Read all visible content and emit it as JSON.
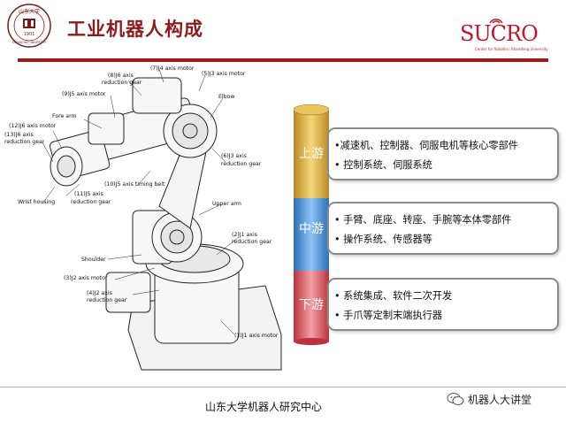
{
  "header": {
    "title": "工业机器人构成",
    "brand": "SUCRO",
    "brand_subtitle": "Center for Robotics, Shandong University",
    "university_logo_text": "SHANDONG UNIVERSITY",
    "university_year": "1901"
  },
  "diagram": {
    "labels": [
      "(8)J6 axis",
      "reduction gear",
      "(7)J4 axis motor",
      "(5)J3 axis motor",
      "(9)J5 axis motor",
      "Elbow",
      "Fore arm",
      "(12)J6 axis motor",
      "(13)J6 axis",
      "reduction gear",
      "(6)J3 axis",
      "reduction gear",
      "(10)J5 axis timing belt",
      "(11)J5 axis",
      "Wrist housing",
      "reduction gear",
      "Upper arm",
      "(2)J1 axis",
      "reduction gear",
      "Shoulder",
      "(3)J2 axis motor",
      "(4)J2 axis",
      "reduction gear",
      "(1)J1 axis motor"
    ]
  },
  "chain": {
    "stages": [
      {
        "label": "上游",
        "items": [
          "•减速机、控制器、伺服电机等核心零部件",
          "• 控制系统、伺服系统"
        ]
      },
      {
        "label": "中游",
        "items": [
          "• 手臂、底座、转座、手腕等本体零部件",
          "• 操作系统、传感器等"
        ]
      },
      {
        "label": "下游",
        "items": [
          "• 系统集成、软件二次开发",
          "• 手爪等定制末端执行器"
        ]
      }
    ]
  },
  "footer": {
    "center_text": "山东大学机器人研究中心",
    "wechat_label": "机器人大讲堂"
  },
  "colors": {
    "title": "#8b1c1c",
    "upstream": "#d9a93a",
    "midstream": "#4a8ed8",
    "downstream": "#d9535c"
  }
}
